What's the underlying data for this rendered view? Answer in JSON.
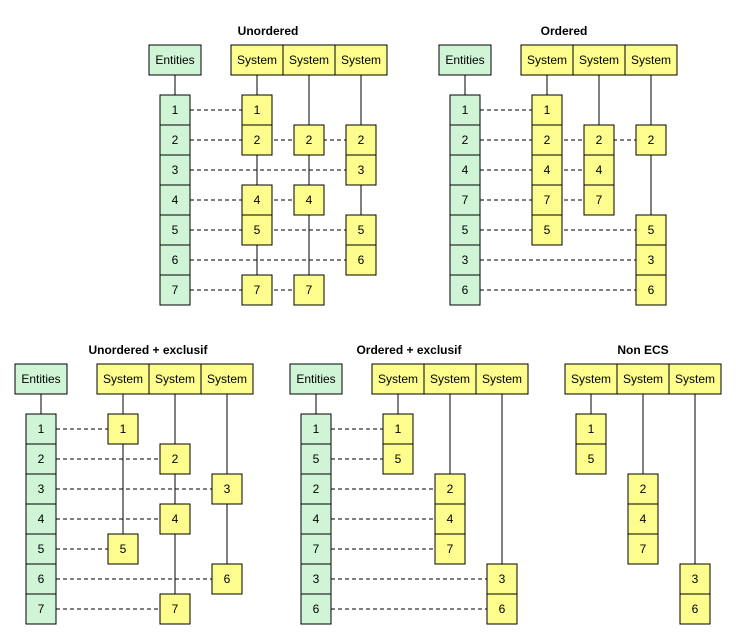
{
  "labels": {
    "entities": "Entities",
    "system": "System"
  },
  "diagrams": [
    {
      "title": "Unordered",
      "entities": [
        "1",
        "2",
        "3",
        "4",
        "5",
        "6",
        "7"
      ],
      "systems": [
        {
          "cells": [
            [
              "1",
              "1"
            ],
            [
              "2",
              "2"
            ],
            [
              "4",
              "4"
            ],
            [
              "5",
              "5"
            ],
            [
              "7",
              "7"
            ]
          ]
        },
        {
          "cells": [
            [
              "2",
              "2"
            ],
            [
              "4",
              "4"
            ],
            [
              "7",
              "7"
            ]
          ]
        },
        {
          "cells": [
            [
              "2",
              "2"
            ],
            [
              "3",
              "3"
            ],
            [
              "5",
              "5"
            ],
            [
              "6",
              "6"
            ]
          ]
        }
      ]
    },
    {
      "title": "Ordered",
      "entities": [
        "1",
        "2",
        "4",
        "7",
        "5",
        "3",
        "6"
      ],
      "systems": [
        {
          "cells": [
            [
              "1",
              "1"
            ],
            [
              "2",
              "2"
            ],
            [
              "4",
              "4"
            ],
            [
              "7",
              "7"
            ],
            [
              "5",
              "5"
            ]
          ]
        },
        {
          "cells": [
            [
              "2",
              "2"
            ],
            [
              "4",
              "4"
            ],
            [
              "7",
              "7"
            ]
          ]
        },
        {
          "cells": [
            [
              "2",
              "2"
            ],
            [
              "5",
              "5"
            ],
            [
              "3",
              "3"
            ],
            [
              "6",
              "6"
            ]
          ]
        }
      ]
    },
    {
      "title": "Unordered + exclusif",
      "entities": [
        "1",
        "2",
        "3",
        "4",
        "5",
        "6",
        "7"
      ],
      "systems": [
        {
          "cells": [
            [
              "1",
              "1"
            ],
            [
              "5",
              "5"
            ]
          ]
        },
        {
          "cells": [
            [
              "2",
              "2"
            ],
            [
              "4",
              "4"
            ],
            [
              "7",
              "7"
            ]
          ]
        },
        {
          "cells": [
            [
              "3",
              "3"
            ],
            [
              "6",
              "6"
            ]
          ]
        }
      ]
    },
    {
      "title": "Ordered + exclusif",
      "entities": [
        "1",
        "5",
        "2",
        "4",
        "7",
        "3",
        "6"
      ],
      "systems": [
        {
          "cells": [
            [
              "1",
              "1"
            ],
            [
              "5",
              "5"
            ]
          ]
        },
        {
          "cells": [
            [
              "2",
              "2"
            ],
            [
              "4",
              "4"
            ],
            [
              "7",
              "7"
            ]
          ]
        },
        {
          "cells": [
            [
              "3",
              "3"
            ],
            [
              "6",
              "6"
            ]
          ]
        }
      ]
    },
    {
      "title": "Non ECS",
      "entities": [],
      "systems": [
        {
          "cells": [
            [
              "1"
            ],
            [
              "5"
            ]
          ]
        },
        {
          "cells": [
            [
              "2"
            ],
            [
              "4"
            ],
            [
              "7"
            ]
          ]
        },
        {
          "cells": [
            [
              "3"
            ],
            [
              "6"
            ]
          ]
        }
      ]
    }
  ]
}
